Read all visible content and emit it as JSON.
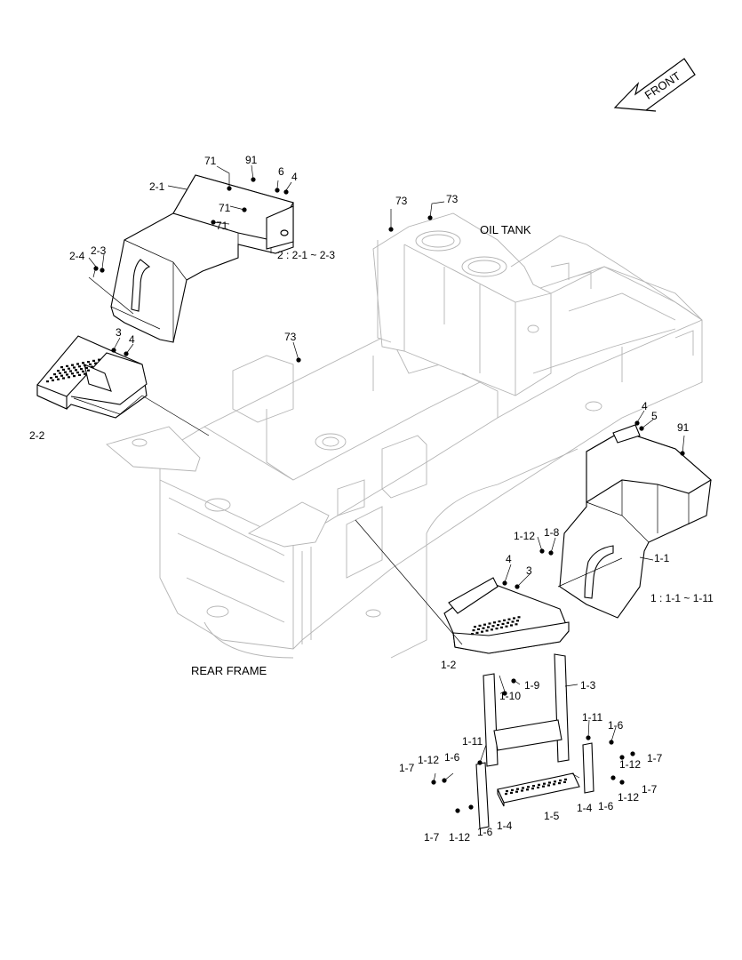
{
  "direction": {
    "label": "FRONT"
  },
  "annotations": {
    "oil_tank": "OIL TANK",
    "rear_frame": "REAR FRAME",
    "group2_note": "2 : 2-1 ~ 2-3",
    "group1_note": "1 : 1-1 ~ 1-11"
  },
  "callouts": [
    "71",
    "91",
    "6",
    "4",
    "2-1",
    "71",
    "71",
    "2-4",
    "2-3",
    "3",
    "4",
    "2-2",
    "73",
    "73",
    "73",
    "4",
    "5",
    "91",
    "1-12",
    "1-8",
    "4",
    "3",
    "1-1",
    "1-2",
    "1-10",
    "1-9",
    "1-3",
    "1-11",
    "1-6",
    "1-11",
    "1-12",
    "1-7",
    "1-7",
    "1-12",
    "1-6",
    "1-12",
    "1-7",
    "1-4",
    "1-6",
    "1-5",
    "1-7",
    "1-12",
    "1-6",
    "1-4"
  ]
}
